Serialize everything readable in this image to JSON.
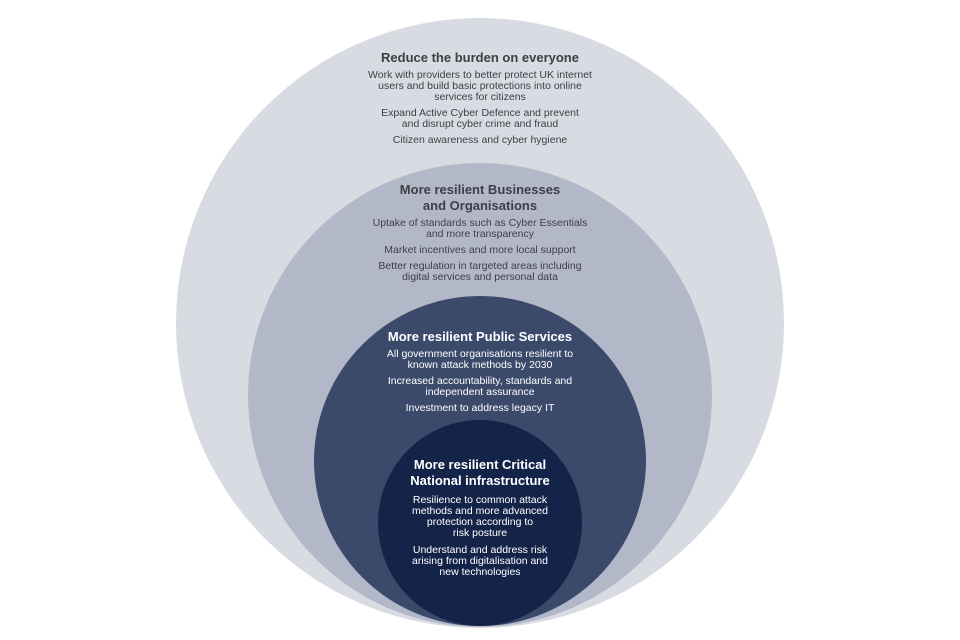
{
  "colors": {
    "ring_outer": "#d8dbe2",
    "ring_second": "#b3b8c8",
    "ring_third": "#3b4a6b",
    "ring_inner": "#142448",
    "dark_text": "#3d3f45",
    "light_text": "#ffffff"
  },
  "rings": [
    {
      "title_lines": [
        "Reduce the burden on everyone"
      ],
      "items": [
        [
          "Work with providers to better protect UK internet",
          "users and build basic protections into online",
          "services for citizens"
        ],
        [
          "Expand Active Cyber Defence and prevent",
          "and disrupt cyber crime and fraud"
        ],
        [
          "Citizen awareness and cyber hygiene"
        ]
      ]
    },
    {
      "title_lines": [
        "More resilient Businesses",
        "and Organisations"
      ],
      "items": [
        [
          "Uptake of standards such as Cyber Essentials",
          "and more transparency"
        ],
        [
          "Market incentives and more local support"
        ],
        [
          "Better regulation in targeted areas including",
          "digital services and personal data"
        ]
      ]
    },
    {
      "title_lines": [
        "More resilient Public Services"
      ],
      "items": [
        [
          "All government organisations resilient to",
          "known attack methods by 2030"
        ],
        [
          "Increased accountability, standards and",
          "independent assurance"
        ],
        [
          "Investment to address legacy IT"
        ]
      ]
    },
    {
      "title_lines": [
        "More resilient Critical",
        "National infrastructure"
      ],
      "items": [
        [
          "Resilience to common attack",
          "methods and more advanced",
          "protection according to",
          "risk posture"
        ],
        [
          "Understand and address risk",
          "arising from digitalisation and",
          "new technologies"
        ]
      ]
    }
  ]
}
